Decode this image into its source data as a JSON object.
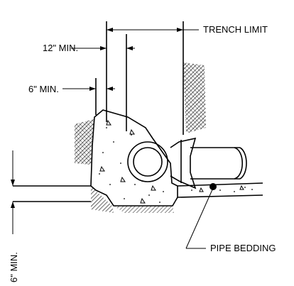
{
  "labels": {
    "trench_limit": "TRENCH LIMIT",
    "min_12": "12\" MIN.",
    "min_6_top": "6\" MIN.",
    "min_6_side": "6\" MIN.",
    "pipe_bedding": "PIPE BEDDING"
  },
  "colors": {
    "ink": "#000000",
    "background": "#ffffff"
  }
}
